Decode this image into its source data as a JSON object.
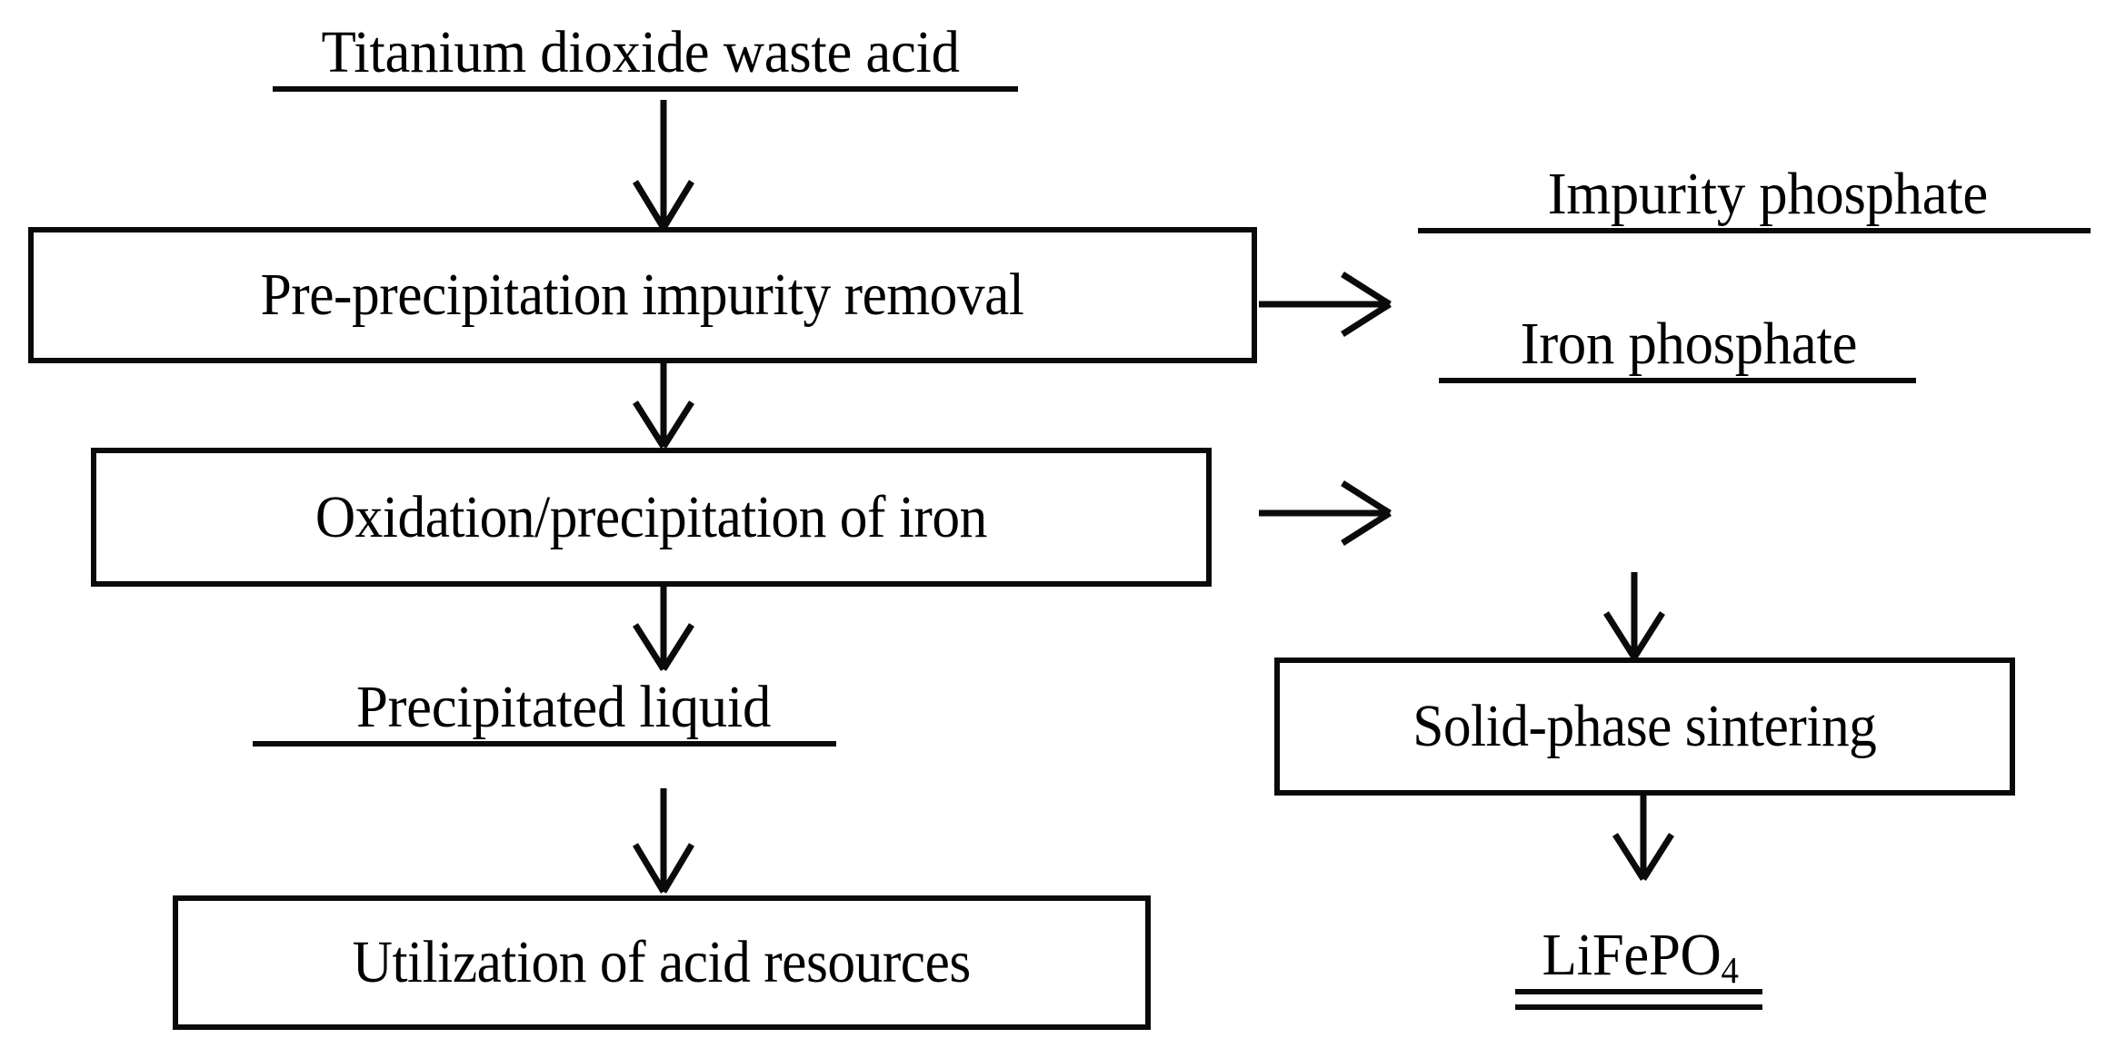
{
  "diagram": {
    "title": "Titanium dioxide waste acid process flow to LiFePO4",
    "stroke_color": "#0a0a0a",
    "background_color": "#ffffff",
    "nodes": {
      "waste_acid": {
        "label": "Titanium dioxide waste acid",
        "type": "underlined-text"
      },
      "pre_precipitation": {
        "label": "Pre-precipitation impurity removal",
        "type": "process-box"
      },
      "impurity_phosphate": {
        "label": "Impurity phosphate",
        "type": "underlined-text"
      },
      "oxidation": {
        "label": "Oxidation/precipitation of iron",
        "type": "process-box"
      },
      "iron_phosphate": {
        "label": "Iron phosphate",
        "type": "underlined-text"
      },
      "precipitated_liquid": {
        "label": "Precipitated liquid",
        "type": "underlined-text"
      },
      "solid_phase_sintering": {
        "label": "Solid-phase sintering",
        "type": "process-box"
      },
      "acid_utilization": {
        "label": "Utilization of acid resources",
        "type": "process-box"
      },
      "lifepo4": {
        "label_main": "LiFePO",
        "label_sub": "4",
        "type": "double-underlined-text"
      }
    },
    "edges": [
      {
        "name": "waste-acid-to-pre-precipitation",
        "direction": "down"
      },
      {
        "name": "pre-precipitation-to-impurity-phosphate",
        "direction": "right"
      },
      {
        "name": "pre-precipitation-to-oxidation",
        "direction": "down"
      },
      {
        "name": "oxidation-to-iron-phosphate",
        "direction": "right"
      },
      {
        "name": "oxidation-to-precipitated-liquid",
        "direction": "down"
      },
      {
        "name": "iron-phosphate-to-sintering",
        "direction": "down"
      },
      {
        "name": "precipitated-liquid-to-acid-utilization",
        "direction": "down"
      },
      {
        "name": "sintering-to-lifepo4",
        "direction": "down"
      }
    ]
  }
}
